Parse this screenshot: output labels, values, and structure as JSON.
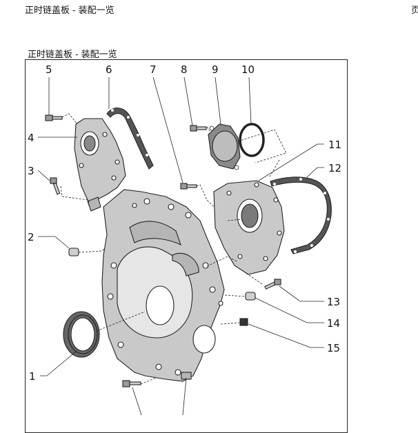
{
  "header": {
    "title": "正时链盖板 - 装配一览",
    "right_fragment": "页"
  },
  "figure": {
    "caption": "正时链盖板 - 装配一览",
    "callouts": [
      "1",
      "2",
      "3",
      "4",
      "5",
      "6",
      "7",
      "8",
      "9",
      "10",
      "11",
      "12",
      "13",
      "14",
      "15"
    ]
  }
}
